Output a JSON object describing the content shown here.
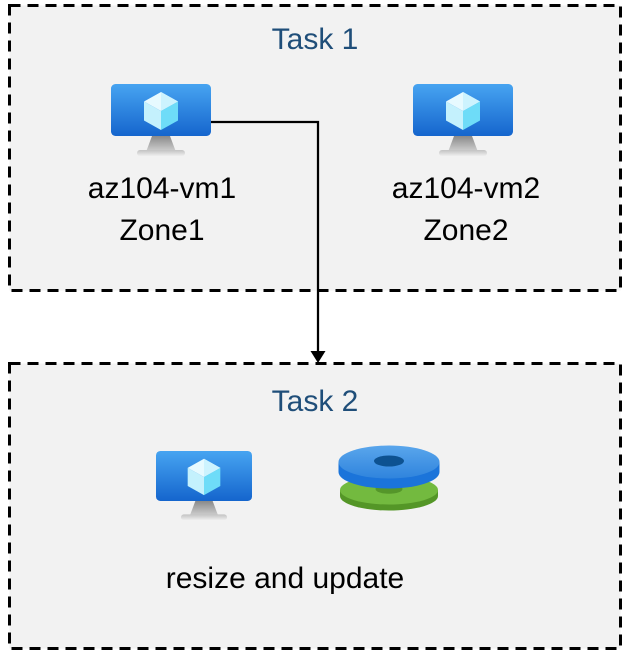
{
  "colors": {
    "page_background": "#ffffff",
    "box_fill": "#f2f2f2",
    "box_border": "#000000",
    "task_title_text": "#1f4e79",
    "label_text": "#000000",
    "arrow": "#000000",
    "vm_screen_blue_top": "#47a4f1",
    "vm_screen_blue_bottom": "#1565cd",
    "vm_cube_cyan": "#9cebff",
    "disk_blue_top": "#418fe0",
    "disk_blue_hole": "#0d5291",
    "disk_green_top": "#73ba3f",
    "disk_green_hole": "#55962a"
  },
  "tasks": [
    {
      "title": "Task 1",
      "items": [
        {
          "icon": "azure-vm-icon",
          "name": "az104-vm1",
          "zone": "Zone1"
        },
        {
          "icon": "azure-vm-icon",
          "name": "az104-vm2",
          "zone": "Zone2"
        }
      ]
    },
    {
      "title": "Task 2",
      "items": [
        {
          "icon": "azure-vm-icon"
        },
        {
          "icon": "azure-disks-icon"
        }
      ],
      "caption": "resize and update"
    }
  ],
  "connector": {
    "type": "elbow-arrow",
    "from": "az104-vm1",
    "to": "Task 2"
  }
}
